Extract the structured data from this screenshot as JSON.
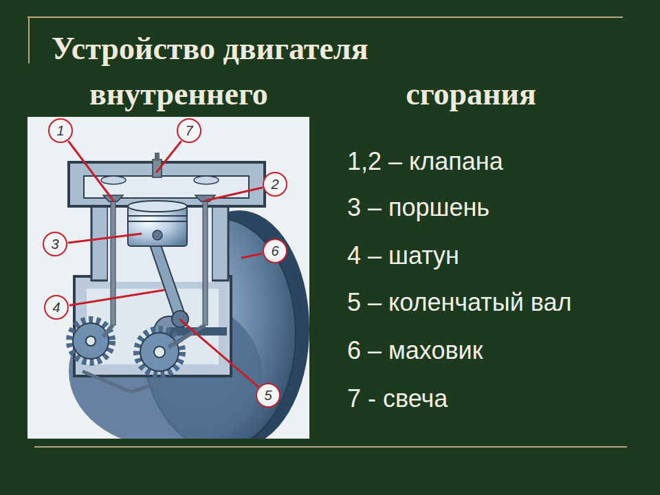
{
  "diagram": {
    "title": "Устройство двигателя внутреннего сгорания",
    "nodes": [
      {
        "text": [
          "1"
        ]
      },
      {
        "text": [
          "7"
        ]
      },
      {
        "text": [
          "2"
        ]
      },
      {
        "text": [
          "3"
        ]
      },
      {
        "text": [
          "6"
        ]
      },
      {
        "text": [
          "4"
        ]
      },
      {
        "text": [
          "5"
        ]
      }
    ],
    "labels": [
      "1,2 – клапана",
      "3 – поршень",
      "4 – шатун",
      "5 – коленчатый вал",
      "6 – маховик",
      "7 - свеча"
    ]
  }
}
